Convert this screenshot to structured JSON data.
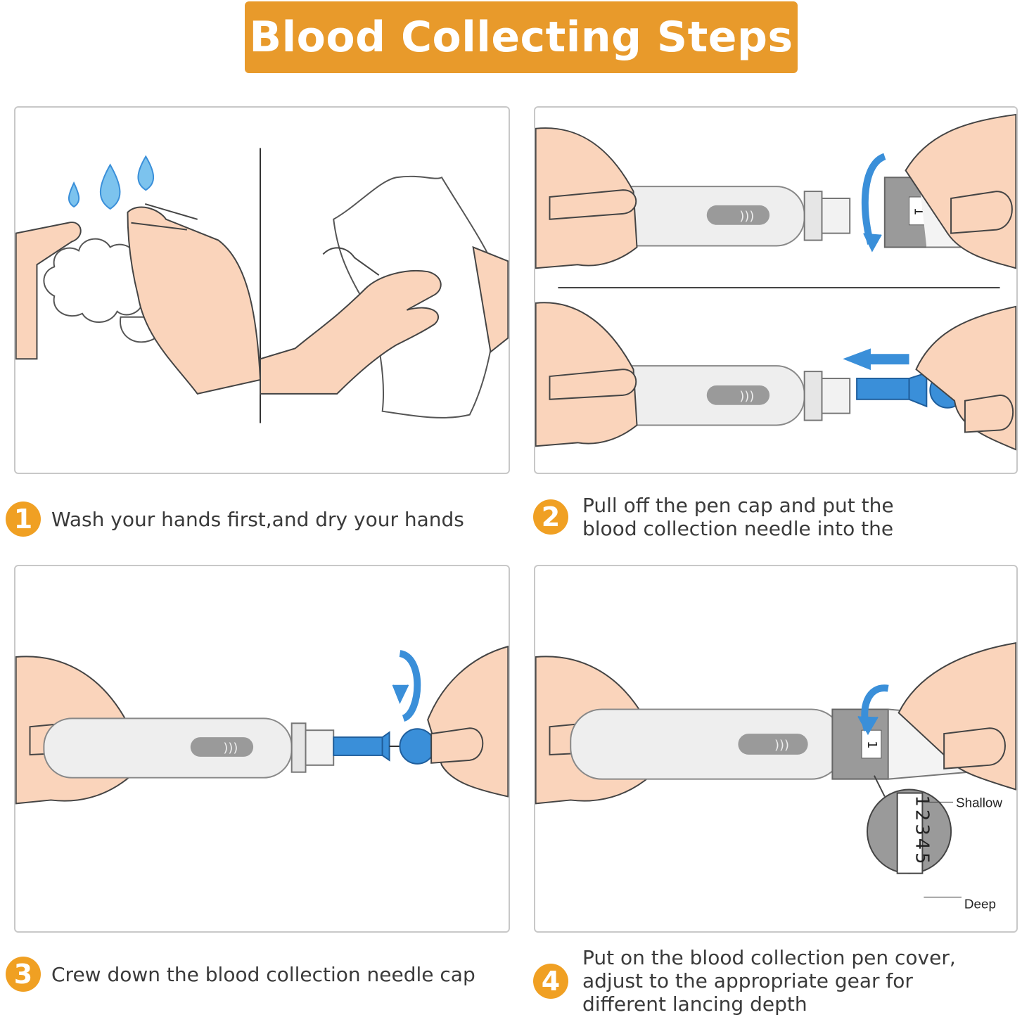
{
  "title": "Blood Collecting Steps",
  "colors": {
    "accent": "#e89a2b",
    "badge": "#f0a023",
    "blue": "#3a8fd9",
    "skin": "#fad4bb",
    "device": "#eeeeee",
    "device_gray": "#9a9a9a"
  },
  "steps": [
    {
      "number": "1",
      "text": "Wash your hands first,and dry your hands"
    },
    {
      "number": "2",
      "line1": "Pull off the pen cap and put the",
      "line2": "blood collection needle into the"
    },
    {
      "number": "3",
      "text": "Crew down the blood collection needle cap"
    },
    {
      "number": "4",
      "line1": "Put on the blood collection pen cover,",
      "line2": "adjust to the appropriate gear for",
      "line3": "different lancing depth"
    }
  ],
  "panel4": {
    "cap_digit": "1",
    "depth_scale": "12345",
    "shallow_label": "Shallow",
    "deep_label": "Deep"
  },
  "panel2": {
    "cap_digit": "1"
  }
}
